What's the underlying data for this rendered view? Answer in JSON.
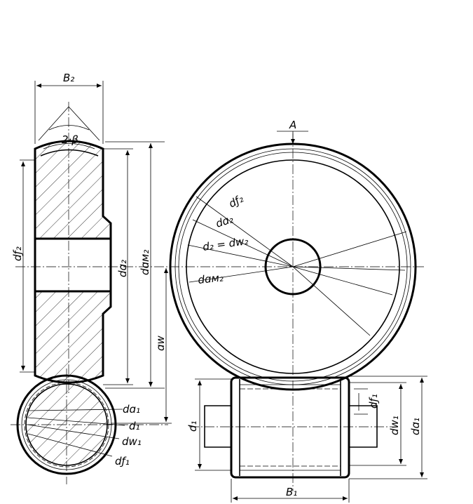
{
  "labels": {
    "b2": "B₂",
    "two_beta": "2·β",
    "df2_side": "dƒ₂",
    "da2_side": "dɑ₂",
    "dam2_side": "dɑм₂",
    "aw": "ɑw",
    "view_a": "A",
    "df2_front": "dƒ₂",
    "da2_front": "dɑ₂",
    "d2_dw2": "d₂ = dw₂",
    "dam2_front": "dɑм₂",
    "da1_left": "dɑ₁",
    "d1_left": "d₁",
    "dw1_left": "dw₁",
    "df1_left": "dƒ₁",
    "d1_worm": "d₁",
    "df1_worm": "dƒ₁",
    "dw1_worm": "dw₁",
    "da1_worm": "dɑ₁",
    "b1": "B₁"
  }
}
